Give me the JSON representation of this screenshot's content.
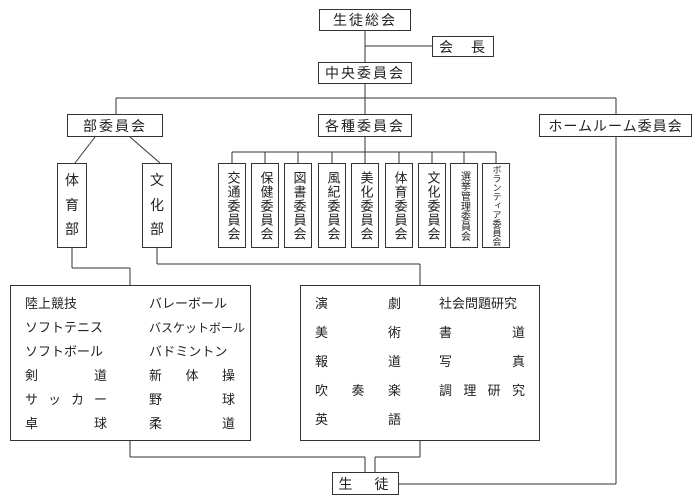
{
  "top": {
    "general_assembly": "生徒総会",
    "president": "会　長",
    "central_committee": "中央委員会"
  },
  "branches": {
    "dept_committee": "部委員会",
    "various_committees": "各種委員会",
    "homeroom_committee": "ホームルーム委員会"
  },
  "departments": {
    "athletic": [
      "体",
      "育",
      "部"
    ],
    "cultural": [
      "文",
      "化",
      "部"
    ]
  },
  "committees": [
    "交通委員会",
    "保健委員会",
    "図書委員会",
    "風紀委員会",
    "美化委員会",
    "体育委員会",
    "文化委員会",
    "選挙管理委員会",
    "ボランティア委員会"
  ],
  "athletic_clubs": {
    "col1": [
      "陸上競技",
      "ソフトテニス",
      "ソフトボール",
      "剣道",
      "サッカー",
      "卓球"
    ],
    "col2": [
      "バレーボール",
      "バスケットボール",
      "バドミントン",
      "新体操",
      "野球",
      "柔道"
    ]
  },
  "cultural_clubs": {
    "col1": [
      "演劇",
      "美術",
      "報道",
      "吹奏楽",
      "英語"
    ],
    "col2": [
      "社会問題研究",
      "書道",
      "写真",
      "調理研究"
    ]
  },
  "students": "生　徒"
}
